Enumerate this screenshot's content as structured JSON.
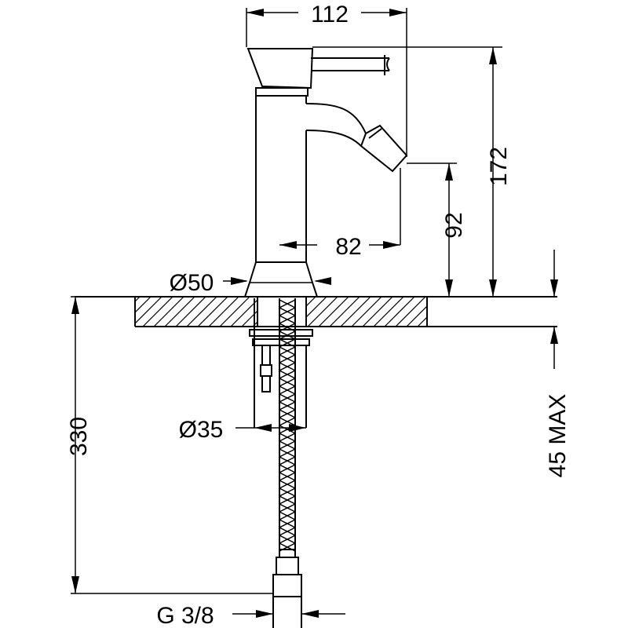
{
  "dimensions": {
    "width_top": "112",
    "height_total": "172",
    "spout_height": "92",
    "spout_reach": "82",
    "base_diameter": "Ø50",
    "shank_diameter": "Ø35",
    "hose_length": "330",
    "deck_thickness_max": "45 MAX",
    "thread": "G 3/8"
  }
}
